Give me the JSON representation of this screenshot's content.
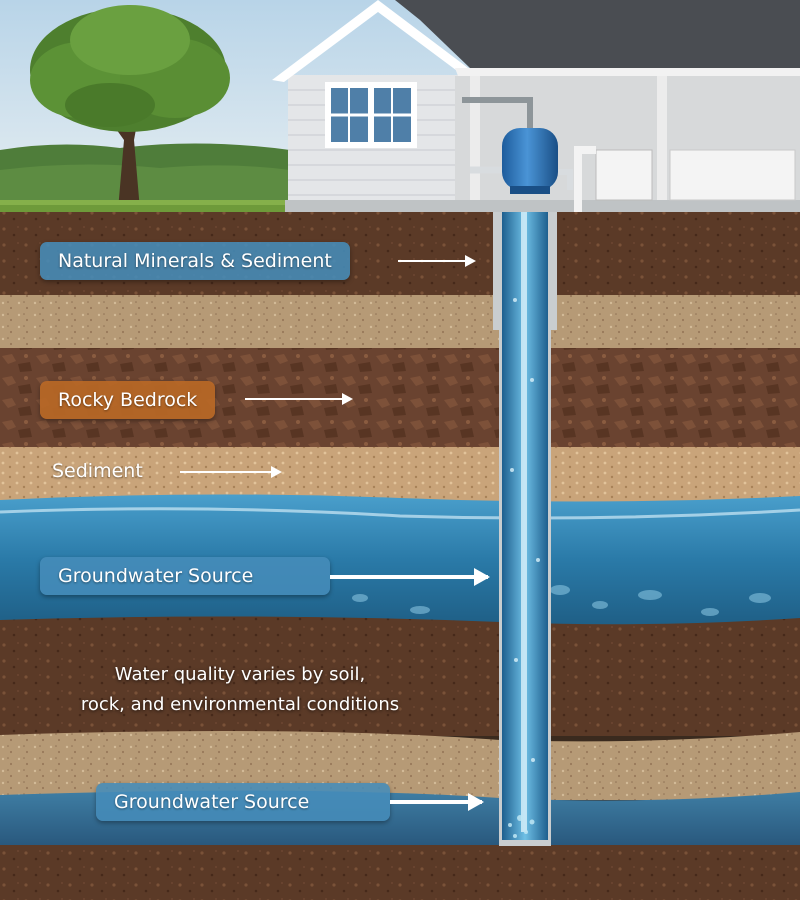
{
  "labels": {
    "natural_minerals": "Natural Minerals & Sediment",
    "rocky_bedrock": "Rocky Bedrock",
    "sediment": "Sediment",
    "groundwater_upper": "Groundwater Source",
    "groundwater_lower": "Groundwater Source"
  },
  "note": {
    "line1": "Water quality varies by soil,",
    "line2": "rock, and environmental conditions"
  },
  "colors": {
    "sky": "#cfe2ee",
    "grass": "#6e9a3a",
    "topsoil": "#5b3a27",
    "sand": "#b69a76",
    "bedrock": "#6a4330",
    "sediment": "#c9a47a",
    "groundwater": "#2a7aa8",
    "deep_soil": "#5a3b29",
    "house_siding": "#e4e6e8",
    "roof": "#4a4d52",
    "pressure_tank": "#2a6fb4",
    "label_blue": "#468cb9",
    "label_orange": "#b86826"
  },
  "icons": [
    "tree-icon",
    "house-icon",
    "window-icon",
    "pressure-tank-icon",
    "water-softener-icon",
    "well-casing-icon",
    "arrow-right-icon"
  ]
}
